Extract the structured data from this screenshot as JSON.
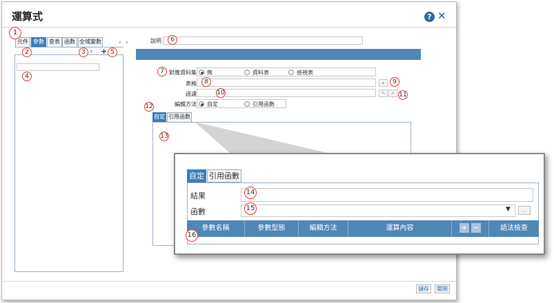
{
  "dialog": {
    "title": "運算式",
    "help_label": "?",
    "close_label": "✕"
  },
  "left_tabs": [
    "元件",
    "參數",
    "查表",
    "函數",
    "全域變數"
  ],
  "left_tabs_active": 1,
  "nav": {
    "prev": "‹",
    "next": "›"
  },
  "left_toolbar": {
    "search_icon": "search-icon",
    "add_label": "+"
  },
  "form": {
    "description_label": "說明",
    "description_value": "",
    "data_source_label": "對應資料集",
    "data_source_options": [
      "無",
      "資料表",
      "檢視表"
    ],
    "data_source_selected": 0,
    "table_label": "表格",
    "table_value": "",
    "filter_label": "過濾",
    "filter_value": "",
    "edit_method_label": "編輯方法",
    "edit_method_options": [
      "自定",
      "引用函數"
    ],
    "edit_method_selected": 0
  },
  "inner_tabs": [
    "自定",
    "引用函數"
  ],
  "zoom": {
    "tabs": [
      "自定",
      "引用函數"
    ],
    "result_label": "結果",
    "result_value": "",
    "function_label": "函數",
    "function_value": "",
    "dropdown_arrow": "▼",
    "more_label": "...",
    "columns": [
      "參數名稱",
      "參數型態",
      "編輯方法",
      "運算內容"
    ],
    "add_label": "+",
    "remove_label": "−",
    "syntax_check_label": "語法檢查"
  },
  "footer": {
    "save_label": "儲存",
    "close_label": "關閉"
  },
  "callouts": [
    "1",
    "2",
    "3",
    "4",
    "5",
    "6",
    "7",
    "8",
    "9",
    "10",
    "11",
    "12",
    "13",
    "14",
    "15",
    "16"
  ],
  "colors": {
    "accent": "#3b7fb8",
    "header_bar": "#4f87b6",
    "callout": "#e53935"
  }
}
